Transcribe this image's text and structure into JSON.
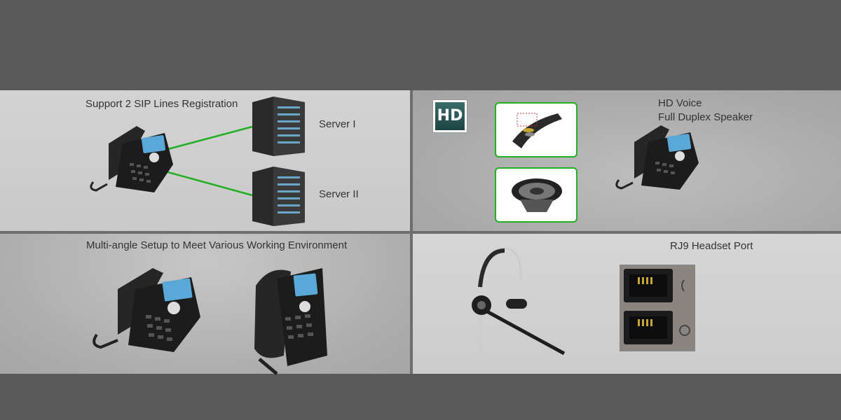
{
  "colors": {
    "background": "#5a595a",
    "accent_line": "#22b022",
    "divider": "#6e6e6e"
  },
  "sip": {
    "title": "Support 2 SIP Lines Registration",
    "server1": "Server I",
    "server2": "Server II"
  },
  "hd": {
    "badge": "HD",
    "title_line1": "HD Voice",
    "title_line2": "Full Duplex Speaker"
  },
  "setup": {
    "title": "Multi-angle Setup to Meet Various Working Environment"
  },
  "headset": {
    "title": "RJ9 Headset Port"
  },
  "icons": [
    "desk-phone-icon",
    "server-rack-icon",
    "hd-badge-icon",
    "handset-icon",
    "speaker-icon",
    "headset-icon",
    "rj9-port-icon"
  ]
}
